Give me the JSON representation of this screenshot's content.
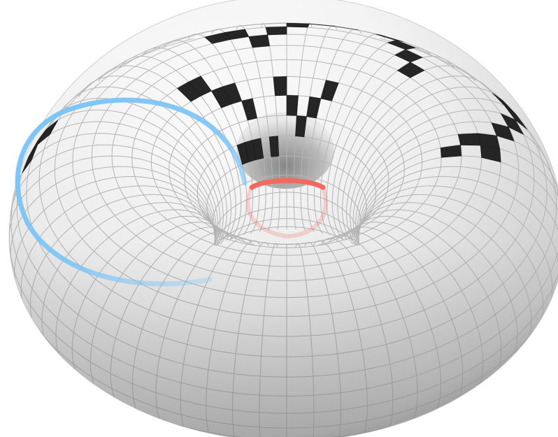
{
  "colors": {
    "background": "#ffffff",
    "surface_light": "#fbfbfb",
    "surface_mid": "#e3e3e3",
    "surface_dark": "#8e8e8e",
    "grid": "#b9b9b9",
    "live_cell": "#262626",
    "meridian": "#7cc4f7",
    "hole_circle": "#f26a5e"
  },
  "figure": {
    "object": "torus",
    "grid_lines_along_ring": 64,
    "grid_lines_around_tube": 32,
    "live_cell_count": 39
  }
}
